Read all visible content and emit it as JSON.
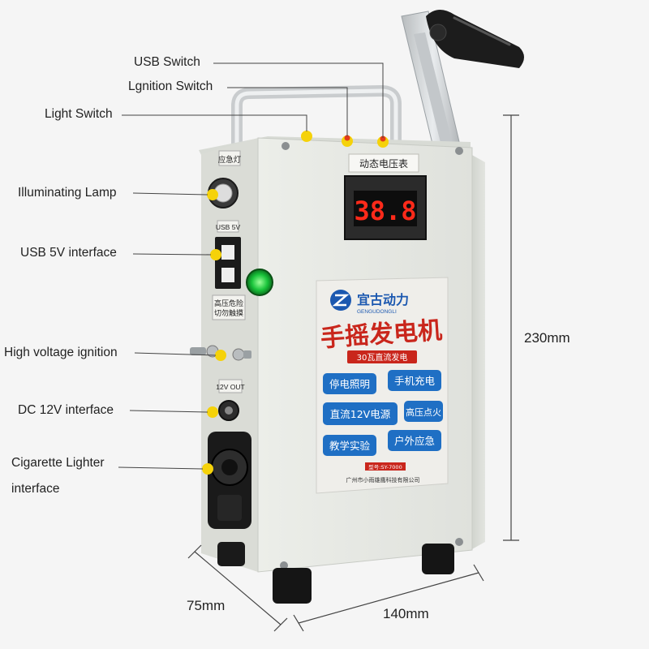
{
  "labels": {
    "usb_switch": "USB Switch",
    "ignition_switch": "Lgnition Switch",
    "light_switch": "Light Switch",
    "illuminating_lamp": "Illuminating Lamp",
    "usb_5v_interface": "USB 5V interface",
    "high_voltage_ignition": "High voltage ignition",
    "dc_12v_interface": "DC 12V interface",
    "cigarette_lighter_line1": "Cigarette Lighter",
    "cigarette_lighter_line2": "interface"
  },
  "dimensions": {
    "height": "230mm",
    "width": "140mm",
    "depth": "75mm"
  },
  "device": {
    "voltmeter_label": "动态电压表",
    "voltmeter_reading": "38.8",
    "emergency_lamp_label": "应急灯",
    "usb_label": "USB 5V",
    "warning_label_line1": "高压危险",
    "warning_label_line2": "切勿触摸",
    "dc_out_label": "12V OUT",
    "brand_cn": "宜古动力",
    "brand_en": "GENGUDONGLI",
    "product_title": "手摇发电机",
    "subtitle": "30瓦直流发电",
    "features": [
      "停电照明",
      "手机充电",
      "直流12V电源",
      "高压点火",
      "教学实验",
      "户外应急"
    ],
    "model_tag": "型号:SY-7000",
    "manufacturer": "广州市小雨雄鹰科技有限公司"
  },
  "colors": {
    "marker_yellow": "#f5d20a",
    "marker_red": "#e23a1c",
    "casing": "#e4e6e0",
    "display_red": "#ff2a1a",
    "feature_blue": "#1f6fc4",
    "title_red": "#c9261c"
  }
}
